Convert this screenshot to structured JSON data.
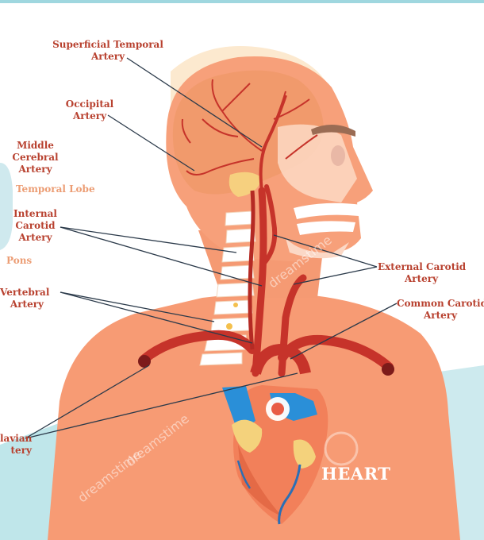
{
  "labels": {
    "superficial_temporal_artery": [
      "Superficial Temporal",
      "Artery"
    ],
    "occipital_artery": [
      "Occipital",
      "Artery"
    ],
    "middle_cerebral_artery": [
      "Middle",
      "Cerebral",
      "Artery"
    ],
    "temporal_lobe": "Temporal Lobe",
    "internal_carotid_artery": [
      "Internal",
      "Carotid",
      "Artery"
    ],
    "pons": "Pons",
    "vertebral_artery": [
      "Vertebral",
      "Artery"
    ],
    "external_carotid_artery": [
      "External Carotid",
      "Artery"
    ],
    "common_carotid_artery": [
      "Common Carotid",
      "Artery"
    ],
    "subclavian_artery": [
      "lavian",
      "tery"
    ],
    "heart": "HEART"
  },
  "watermark": {
    "text": "dreamstime"
  },
  "colors": {
    "label_red": "#b8412f",
    "label_peach": "#ec9d74",
    "skin": "#f79b74",
    "skin_dark": "#ec7f5a",
    "brain": "#f19a6c",
    "artery": "#c6332a",
    "vein_blue": "#2a8fd8",
    "fat_yellow": "#f4d27c",
    "bg_teal": "#bfe6ea",
    "leader_line": "#2b3a4a"
  }
}
